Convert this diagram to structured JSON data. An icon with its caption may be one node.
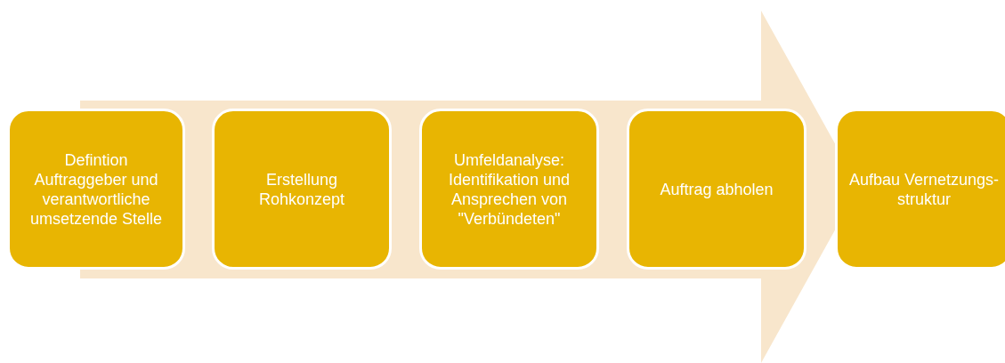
{
  "diagram": {
    "nodes": [
      {
        "text": [
          "Defintion Auftraggeber und verantwortliche umsetzende Stelle"
        ]
      },
      {
        "text": [
          "Erstellung Rohkonzept"
        ]
      },
      {
        "text": [
          "Umfeldanalyse: Identifikation und Ansprechen von \"Verbündeten\""
        ]
      },
      {
        "text": [
          "Auftrag abholen"
        ]
      },
      {
        "text": [
          "Aufbau Vernetzungs-struktur"
        ]
      }
    ]
  }
}
